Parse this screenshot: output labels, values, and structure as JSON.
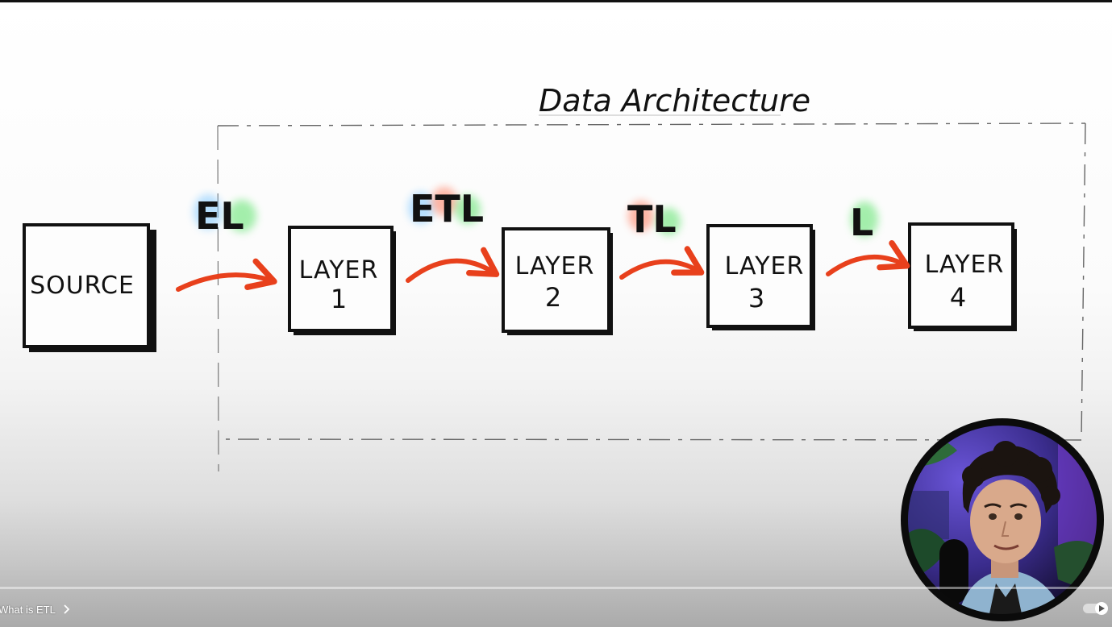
{
  "video": {
    "title": "Data Architecture",
    "source_label": "SOURCE",
    "layers": [
      {
        "label": "LAYER",
        "number": "1"
      },
      {
        "label": "LAYER",
        "number": "2"
      },
      {
        "label": "LAYER",
        "number": "3"
      },
      {
        "label": "LAYER",
        "number": "4"
      }
    ],
    "process_labels": [
      "EL",
      "ETL",
      "TL",
      "L"
    ]
  },
  "player": {
    "chapter_title": "What is ETL",
    "chevron_icon": "chevron-right-icon",
    "autoplay_icon": "autoplay-toggle-icon"
  },
  "colors": {
    "arrow": "#e8401c",
    "ink": "#111111",
    "glow_blue": "#7ec8ff",
    "glow_red": "#ff7a5c",
    "glow_green": "#5be36a"
  }
}
